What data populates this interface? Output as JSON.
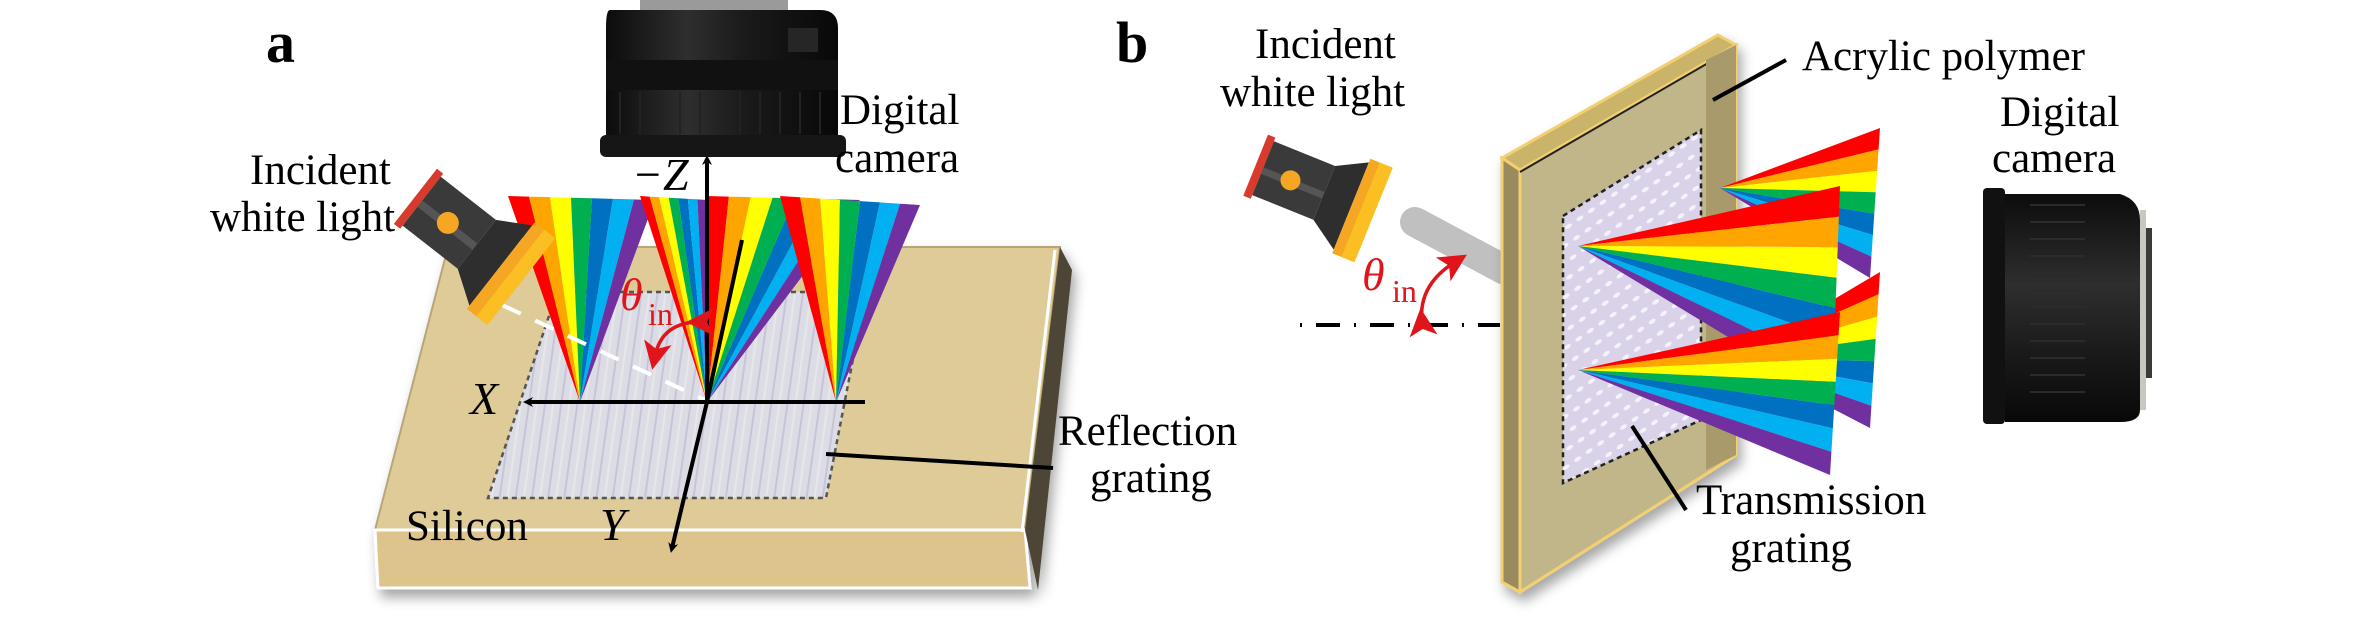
{
  "figure": {
    "panels": [
      {
        "id": "a",
        "label": "a",
        "labels": {
          "light": [
            "Incident",
            "white light"
          ],
          "camera": [
            "Digital",
            "camera"
          ],
          "grating": [
            "Reflection",
            "grating"
          ],
          "substrate": "Silicon",
          "axis_z": "−Z",
          "axis_x": "X",
          "axis_y": "Y",
          "angle_symbol": "θ",
          "angle_sub": "in"
        }
      },
      {
        "id": "b",
        "label": "b",
        "labels": {
          "light": [
            "Incident",
            "white light"
          ],
          "camera": [
            "Digital",
            "camera"
          ],
          "frame": "Acrylic polymer",
          "grating": [
            "Transmission",
            "grating"
          ],
          "angle_symbol": "θ",
          "angle_sub": "in"
        }
      }
    ],
    "spectrum_colors": [
      "#ff0000",
      "#ffa500",
      "#ffff00",
      "#00b050",
      "#0070c0",
      "#00b0f0",
      "#7030a0"
    ],
    "colors": {
      "silicon": "#dfcb98",
      "silicon_edge": "#4d4535",
      "grating": "#d8d8e0",
      "frame": "#c0b68a",
      "frame_edge": "#9a8a60",
      "frame_rim": "#f2d070",
      "angle_annotation": "#e0151b",
      "flashlight_body": "#3a3a3a",
      "flashlight_head": "#f5a623",
      "beam_b": "#c0c0c0",
      "camera_body": "#1a1a1a"
    }
  }
}
